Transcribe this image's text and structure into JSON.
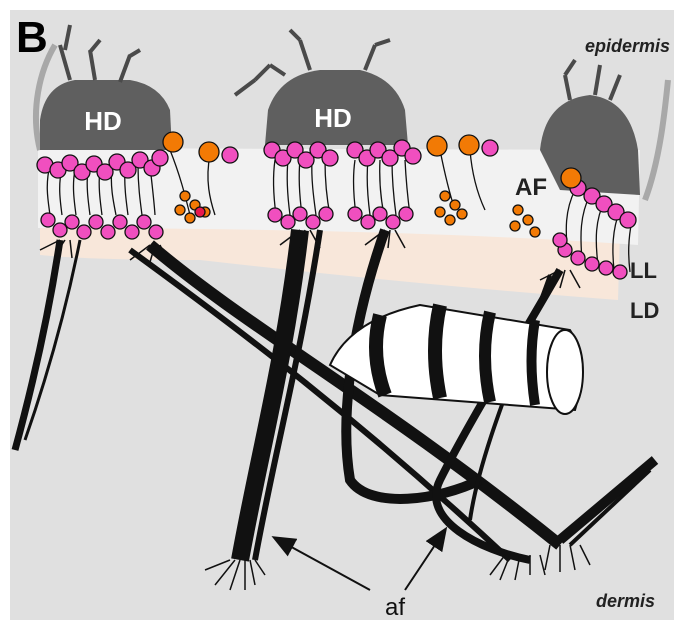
{
  "figure": {
    "panel_label": "B",
    "labels": {
      "epidermis": "epidermis",
      "dermis": "dermis",
      "hd": "HD",
      "af_region": "AF",
      "ll": "LL",
      "ld": "LD",
      "af_fibrils": "af"
    },
    "colors": {
      "background": "#e0e0e0",
      "hemidesmosome": "#5f5f5f",
      "lamina_lucida": "#f1f1f1",
      "lamina_densa": "#f8e7da",
      "integrin_magenta": "#f04fbf",
      "orange_particle": "#f27a05",
      "fibril": "#111111"
    }
  }
}
